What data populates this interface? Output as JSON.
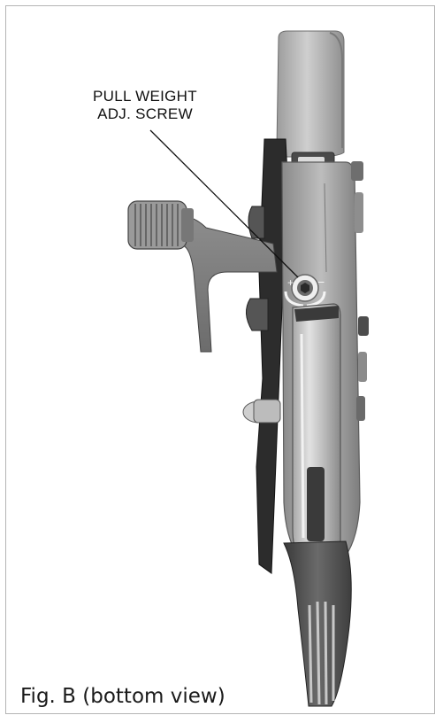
{
  "callout": {
    "line1": "PULL WEIGHT",
    "line2": "ADJ. SCREW"
  },
  "caption": "Fig. B (bottom view)",
  "colors": {
    "border": "#b4b4b4",
    "metal_light": "#c9c9c9",
    "metal_mid": "#9a9a9a",
    "metal_dark": "#555555",
    "text": "#111111"
  }
}
